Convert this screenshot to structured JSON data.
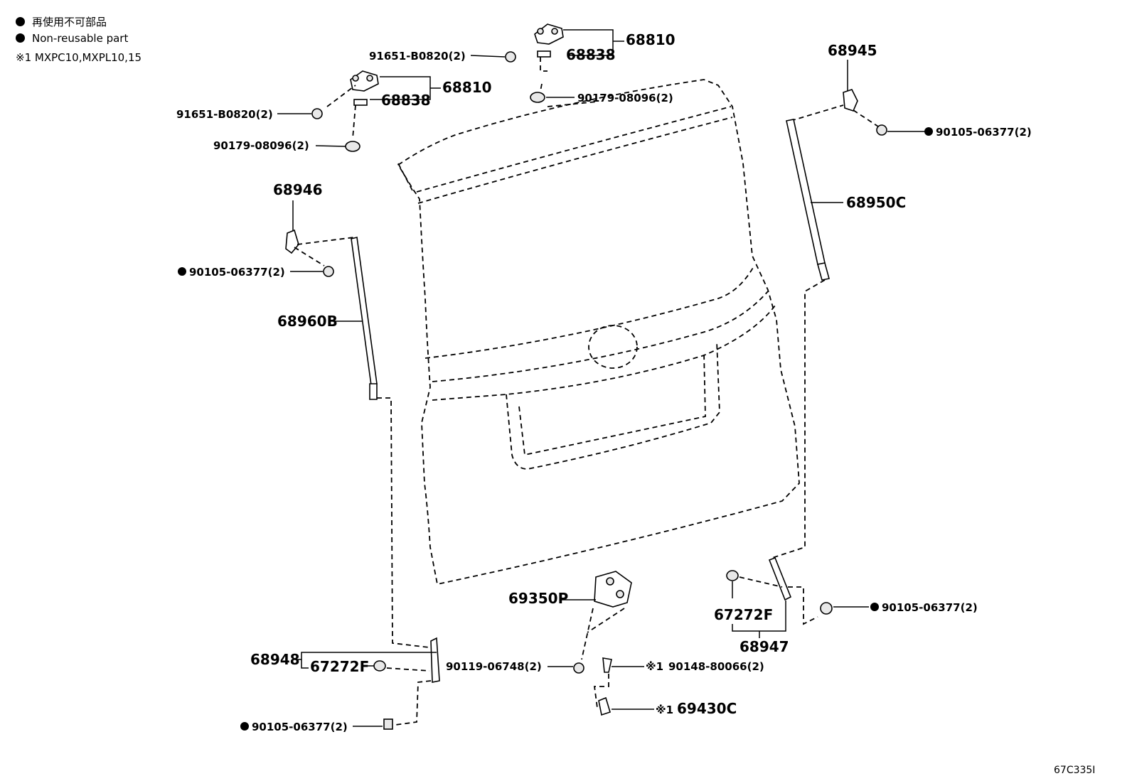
{
  "legend": [
    {
      "marker": "filled-circle",
      "text": "再使用不可部品"
    },
    {
      "marker": "filled-circle",
      "text": "Non-reusable part"
    },
    {
      "marker": "",
      "text": "※1 MXPC10,MXPL10,15"
    }
  ],
  "parts": {
    "p91651_top": "91651-B0820(2)",
    "p68810_top": "68810",
    "p68838_top": "68838",
    "p90179_top": "90179-08096(2)",
    "p91651_left": "91651-B0820(2)",
    "p68810_left": "68810",
    "p68838_left": "68838",
    "p90179_left": "90179-08096(2)",
    "p68945": "68945",
    "p90105_right_top": "90105-06377(2)",
    "p68950c": "68950C",
    "p68946": "68946",
    "p90105_left": "90105-06377(2)",
    "p68960b": "68960B",
    "p69350p": "69350P",
    "p67272f_right": "67272F",
    "p68947": "68947",
    "p90105_right_bottom": "90105-06377(2)",
    "p68948": "68948",
    "p67272f_left": "67272F",
    "p90119": "90119-06748(2)",
    "p90148": "90148-80066(2)",
    "p90148_mark": "※1",
    "p69430c": "69430C",
    "p69430c_mark": "※1",
    "p90105_bottom": "90105-06377(2)"
  },
  "diagram_code": "67C335I"
}
